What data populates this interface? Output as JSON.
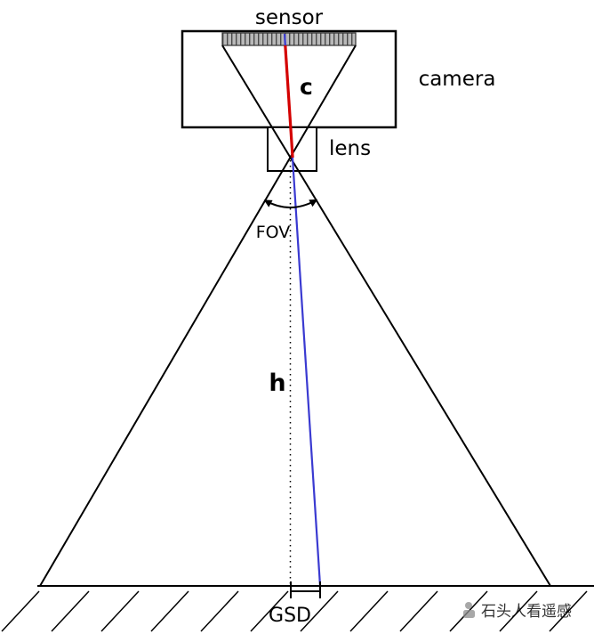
{
  "diagram": {
    "labels": {
      "sensor": "sensor",
      "camera": "camera",
      "lens": "lens",
      "focal_length": "c",
      "fov": "FOV",
      "flight_height": "h",
      "gsd": "GSD"
    },
    "colors": {
      "focal_length_red": "#d40000",
      "light_ray_blue": "#3a3ad1",
      "line_black": "#000000",
      "watermark_gray": "#8c8c8c"
    },
    "watermark": {
      "text": "石头人看遥感"
    }
  }
}
